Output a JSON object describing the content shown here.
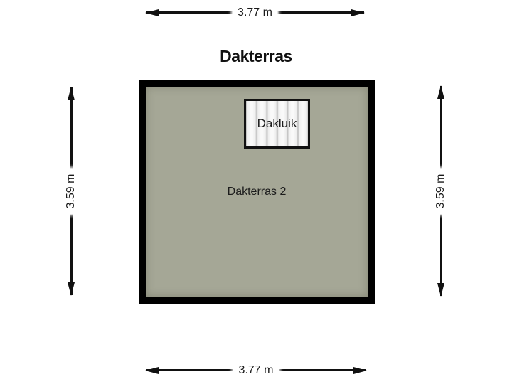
{
  "title": "Dakterras",
  "room": {
    "name": "Dakterras 2",
    "fill_color": "#a5a796",
    "border_color": "#000000"
  },
  "skylight": {
    "label": "Dakluik",
    "fill_color": "#f2f2f2",
    "border_color": "#111111"
  },
  "dimensions": {
    "top": "3.77 m",
    "bottom": "3.77 m",
    "left": "3.59 m",
    "right": "3.59 m"
  },
  "colors": {
    "background": "#ffffff",
    "arrow": "#111111",
    "text": "#1c1c1c",
    "label_pill": "#ffffff"
  }
}
